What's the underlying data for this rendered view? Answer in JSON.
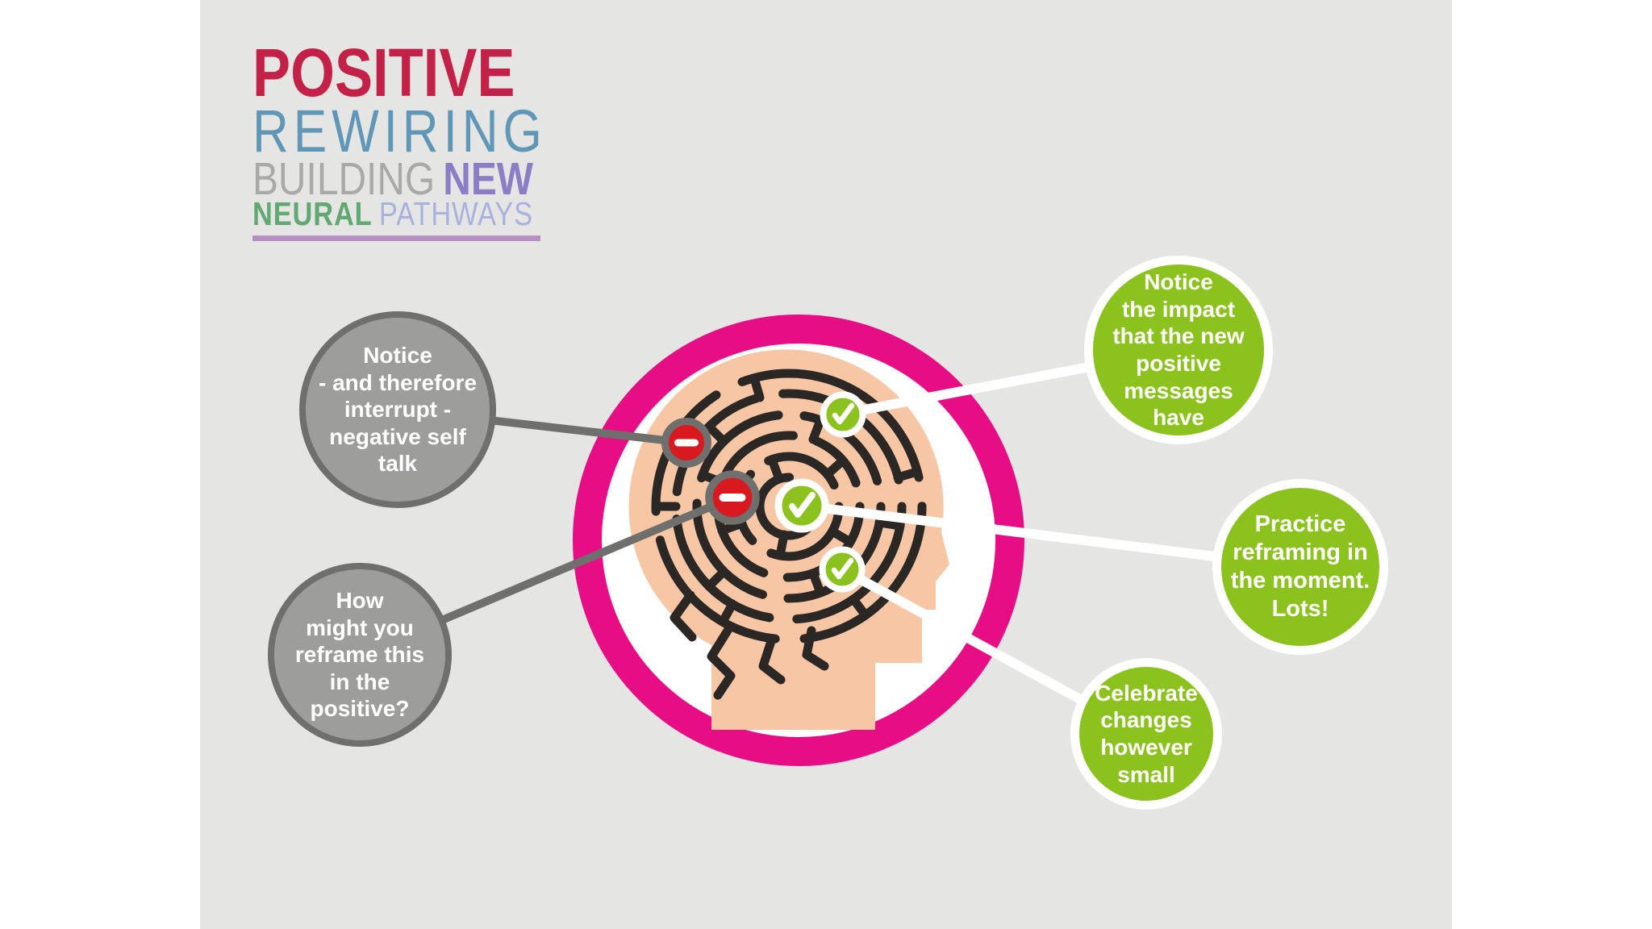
{
  "page": {
    "outer_background": "#ffffff",
    "panel_background": "#e5e5e4"
  },
  "title": {
    "line1": {
      "text": "POSITIVE",
      "color": "#c42149"
    },
    "line2": {
      "text": "REWIRING",
      "color": "#6097b7"
    },
    "line3": [
      {
        "text": "BUILDING",
        "color": "#a9a9a9"
      },
      {
        "text": "NEW",
        "color": "#8b7ec5"
      }
    ],
    "line4": [
      {
        "text": "NEURAL",
        "color": "#61a872"
      },
      {
        "text": "PATHWAYS",
        "color": "#a9b2de"
      }
    ],
    "underline_color": "#b68fc3"
  },
  "illustration": {
    "ring_color": "#e70d84",
    "head_color": "#f7c6a4",
    "maze_color": "#2a2725",
    "negative_icon": "no-entry-icon",
    "negative_icon_color": "#d8191f",
    "negative_icon_count": 2,
    "positive_icon": "check-icon",
    "positive_icon_color": "#8cc21e",
    "positive_icon_count": 3
  },
  "bubbles": {
    "negative_style": {
      "fill": "#9d9d9c",
      "border": "#6f6f6e",
      "text_color": "#ffffff"
    },
    "positive_style": {
      "fill": "#8cc21e",
      "border": "#ffffff",
      "text_color": "#ffffff"
    },
    "negative": [
      {
        "text": "Notice\n- and therefore\ninterrupt -\nnegative self\ntalk"
      },
      {
        "text": "How\nmight you\nreframe this\nin the\npositive?"
      }
    ],
    "positive": [
      {
        "text": "Notice\nthe impact\nthat the new\npositive\nmessages\nhave"
      },
      {
        "text": "Practice\nreframing in\nthe moment.\nLots!"
      },
      {
        "text": "Celebrate\nchanges\nhowever\nsmall"
      }
    ]
  }
}
